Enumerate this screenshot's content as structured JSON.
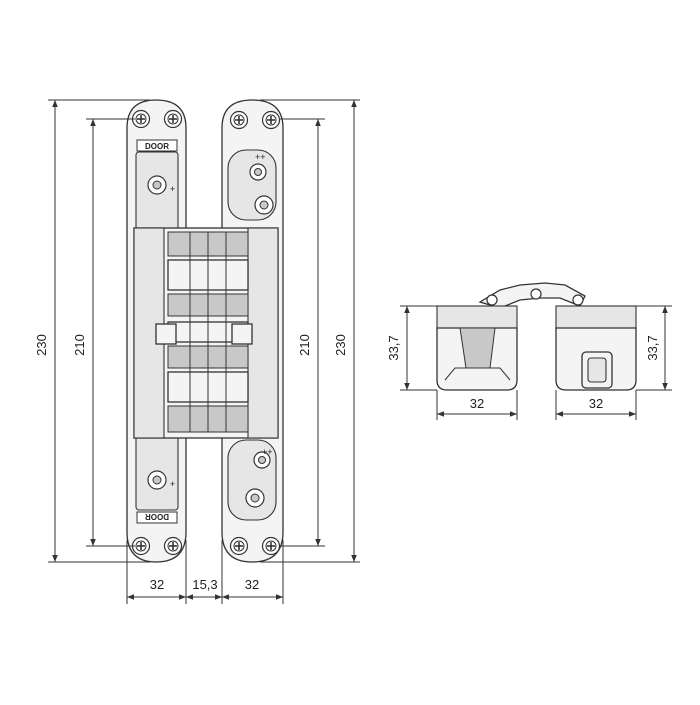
{
  "drawing": {
    "front_view": {
      "dimensions": {
        "overall_height_left": "230",
        "mounting_height_left": "210",
        "mounting_height_right": "210",
        "overall_height_right": "230",
        "left_leaf_width": "32",
        "gap_width": "15,3",
        "right_leaf_width": "32"
      },
      "marking_top": "DOOR",
      "marking_bottom": "DOOR"
    },
    "side_view": {
      "dimensions": {
        "left_block_height": "33,7",
        "right_block_height": "33,7",
        "left_block_width": "32",
        "right_block_width": "32"
      }
    }
  }
}
